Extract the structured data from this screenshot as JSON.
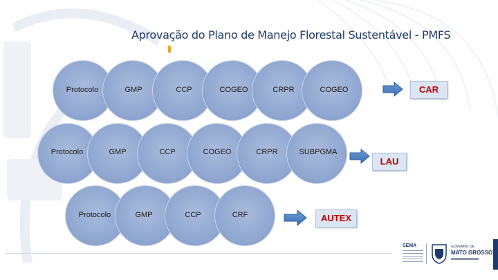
{
  "title": "Aprovação do Plano de Manejo Florestal Sustentável - PMFS",
  "rows": [
    {
      "steps": [
        "Protocolo",
        "GMP",
        "CCP",
        "COGEO",
        "CRPR",
        "COGEO"
      ],
      "result": "CAR"
    },
    {
      "steps": [
        "Protocolo",
        "GMP",
        "CCP",
        "COGEO",
        "CRPR",
        "SUBPGMA"
      ],
      "result": "LAU"
    },
    {
      "steps": [
        "Protocolo",
        "GMP",
        "CCP",
        "CRF"
      ],
      "result": "AUTEX"
    }
  ],
  "footer": {
    "logo_left": "SEMA",
    "logo_right_line1": "GOVERNO DE",
    "logo_right_line2": "MATO GROSSO"
  },
  "colors": {
    "circle": "#91a8d1",
    "arrow": "#4f81bd",
    "result_text": "#c00000",
    "title": "#1f3864"
  }
}
